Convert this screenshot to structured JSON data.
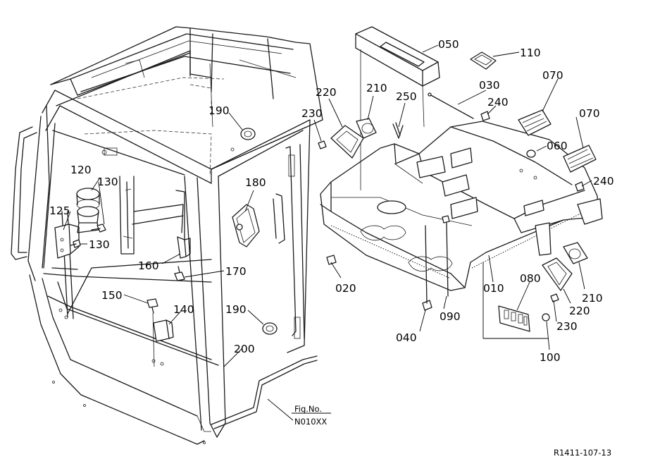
{
  "part_labels": [
    {
      "id": "p050",
      "text": "050"
    },
    {
      "id": "p110",
      "text": "110"
    },
    {
      "id": "p070a",
      "text": "070"
    },
    {
      "id": "p070b",
      "text": "070"
    },
    {
      "id": "p030",
      "text": "030"
    },
    {
      "id": "p210a",
      "text": "210"
    },
    {
      "id": "p220a",
      "text": "220"
    },
    {
      "id": "p250",
      "text": "250"
    },
    {
      "id": "p240a",
      "text": "240"
    },
    {
      "id": "p230a",
      "text": "230"
    },
    {
      "id": "p190a",
      "text": "190"
    },
    {
      "id": "p060",
      "text": "060"
    },
    {
      "id": "p240b",
      "text": "240"
    },
    {
      "id": "p120",
      "text": "120"
    },
    {
      "id": "p130a",
      "text": "130"
    },
    {
      "id": "p125",
      "text": "125"
    },
    {
      "id": "p130b",
      "text": "130"
    },
    {
      "id": "p180",
      "text": "180"
    },
    {
      "id": "p160",
      "text": "160"
    },
    {
      "id": "p170",
      "text": "170"
    },
    {
      "id": "p020",
      "text": "020"
    },
    {
      "id": "p150",
      "text": "150"
    },
    {
      "id": "p140",
      "text": "140"
    },
    {
      "id": "p190b",
      "text": "190"
    },
    {
      "id": "p200",
      "text": "200"
    },
    {
      "id": "p040",
      "text": "040"
    },
    {
      "id": "p090",
      "text": "090"
    },
    {
      "id": "p010",
      "text": "010"
    },
    {
      "id": "p080",
      "text": "080"
    },
    {
      "id": "p210b",
      "text": "210"
    },
    {
      "id": "p220b",
      "text": "220"
    },
    {
      "id": "p230b",
      "text": "230"
    },
    {
      "id": "p100",
      "text": "100"
    }
  ],
  "figure_ref": {
    "line1": "Fig.No.",
    "line2": "N010XX"
  },
  "drawing_code": "R1411-107-13"
}
